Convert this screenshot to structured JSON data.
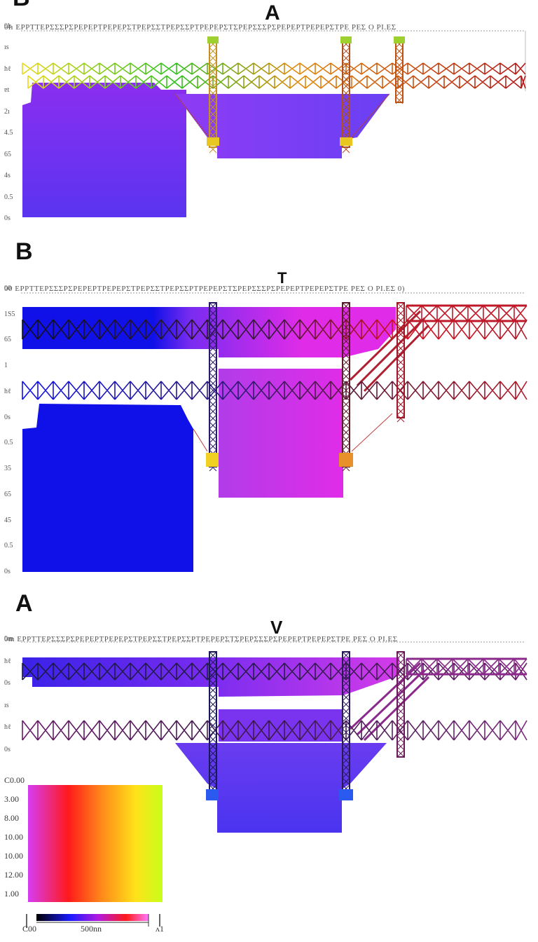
{
  "panel_top": {
    "corner_label": "B",
    "title": "A",
    "ruler_text": "0lı ΕΡΡΤΤΕΡΣΣΣΡΣΡΕΡΕΡΤΡΕΡΕΡΣΤΡΕΡΣΣΤΡΕΡΣΣΡΤΡΕΡΕΡΣΤΣΡΕΡΣΣΣΡΣΡΕΡΕΡΤΡΕΡΕΡΣΤΡΕ ΡΕΣ Ο ΡΙ.ΕΣ",
    "tick_labels": [
      "0lı",
      "ıs",
      "hℓ",
      "ɐt",
      "2ı",
      "4.5",
      "65",
      "4s",
      "0.5",
      "0s"
    ]
  },
  "panel_mid": {
    "corner_label": "B",
    "title": "T",
    "ruler_text": "00 ΕΡΡΤΤΕΡΣΣΣΡΣΡΕΡΕΡΤΡΕΡΕΡΣΤΡΕΡΣΣΤΡΕΡΣΣΡΤΡΕΡΕΡΣΤΣΡΕΡΣΣΣΡΣΡΕΡΕΡΤΡΕΡΕΡΣΤΡΕ ΡΕΣ Ο ΡΙ.ΕΣ 0)",
    "tick_labels": [
      "00",
      "1S5",
      "65",
      "1",
      "hℓ",
      "0s",
      "0.5",
      "35",
      "65",
      "45",
      "0.5",
      "0s"
    ]
  },
  "panel_bot": {
    "corner_label": "A",
    "title": "V",
    "ruler_text": "0m ΕΡΡΤΤΕΡΣΣΣΡΣΡΕΡΕΡΤΡΕΡΕΡΣΤΡΕΡΣΣΤΡΕΡΣΣΡΤΡΕΡΕΡΣΤΣΡΕΡΣΣΣΡΣΡΕΡΕΡΤΡΕΡΕΡΣΤΡΕ ΡΕΣ Ο ΡΙ.ΕΣ",
    "tick_labels": [
      "0m",
      "hℓ",
      "0s",
      "ıs",
      "hℓ",
      "0s"
    ]
  },
  "legend": {
    "labels": [
      "C0.00",
      "3.00",
      "8.00",
      "10.00",
      "10.00",
      "12.00",
      "1.00"
    ],
    "colors": [
      "#d63cf5",
      "#ff1a1a",
      "#ff8a1a",
      "#ffe21a",
      "#c8ff1a"
    ]
  },
  "scale_bar": {
    "left_label": "C00",
    "mid_label": "500nn",
    "right_label": "ʌ1",
    "colors": [
      "#000000",
      "#1a1aff",
      "#b21ae0",
      "#ff1a1a",
      "#ff7aff"
    ]
  },
  "colors": {
    "blue": "#1010e8",
    "violet": "#7a2cf0",
    "magenta": "#e02ce8",
    "red": "#d81020",
    "orange": "#e08a10",
    "yellow": "#e8d81a",
    "green": "#30c020",
    "truss_dark": "#2a1a2a"
  }
}
